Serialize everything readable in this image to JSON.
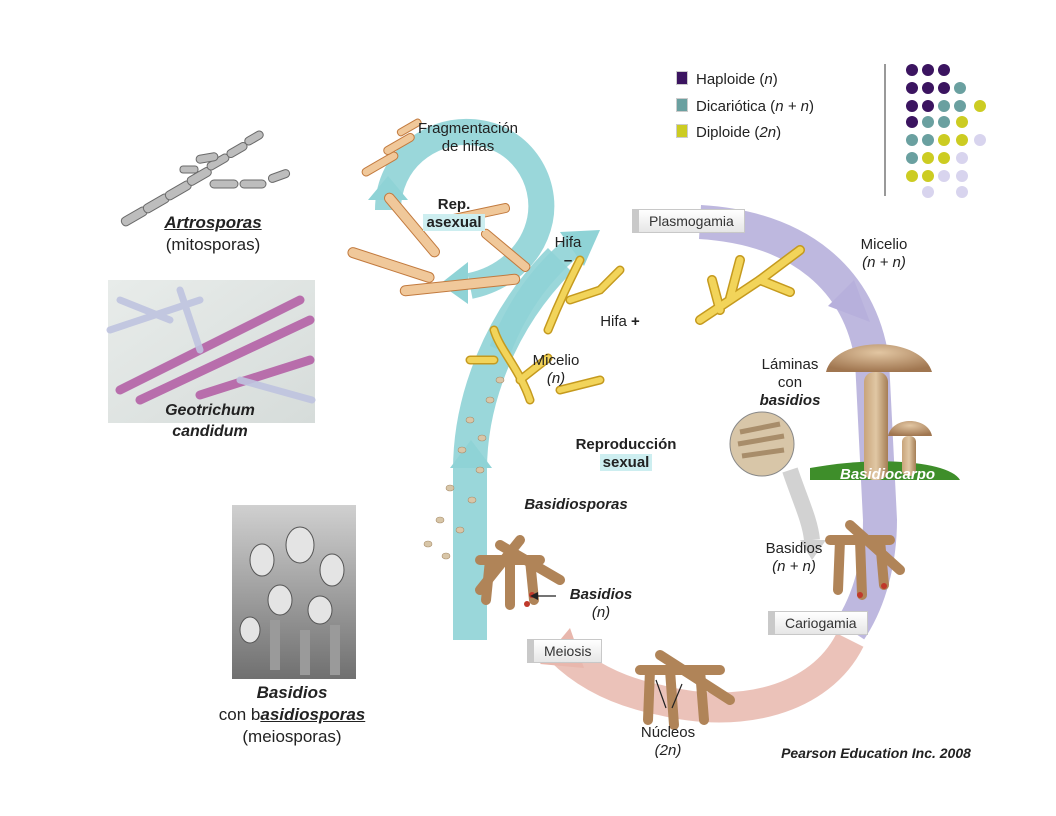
{
  "legend": {
    "haploide": {
      "label": "Haploide (",
      "var": "n",
      "close": ")",
      "color": "#3b1460"
    },
    "dicariotica": {
      "label": "Dicariótica (",
      "var": "n + n",
      "close": ")",
      "color": "#6aa0a0"
    },
    "diploide": {
      "label": "Diploide (",
      "var": "2n",
      "close": ")",
      "color": "#cccc22"
    }
  },
  "colors": {
    "asexual_cycle": "#8fd3d6",
    "dikaryotic_cycle": "#b7b0dc",
    "diploid_cycle": "#e8b7ad",
    "hypha": "#e8c24a",
    "mushroom": "#b88f63",
    "grass": "#3e8e2a"
  },
  "labels": {
    "fragmentacion_1": "Fragmentación",
    "fragmentacion_2": "de hifas",
    "rep_1": "Rep.",
    "rep_2": "asexual",
    "artrosporas": "Artrosporas",
    "mitosporas": "(mitosporas)",
    "geotrichum_1": "Geotrichum",
    "geotrichum_2": "candidum",
    "hifa_minus": "Hifa",
    "minus": "–",
    "hifa_plus": "Hifa ",
    "plus": "+",
    "plasmogamia": "Plasmogamia",
    "micelio_nn_1": "Micelio",
    "micelio_nn_2": "(n + n)",
    "micelio_n_1": "Micelio",
    "micelio_n_2": "(n)",
    "laminas_1": "Láminas",
    "laminas_2": "con",
    "laminas_3": "basidios",
    "reproduccion_1": "Reproducción",
    "reproduccion_2": "sexual",
    "basidiocarpo": "Basidiocarpo",
    "basidiosporas": "Basidiosporas",
    "basidios_nn_1": "Basidios",
    "basidios_nn_2": "(n + n)",
    "basidios_n_1": "Basidios",
    "basidios_n_2": "(n)",
    "cariogamia": "Cariogamia",
    "meiosis": "Meiosis",
    "nucleos_1": "Núcleos",
    "nucleos_2": "(2n)",
    "basidios_photo_1": "Basidios",
    "basidios_photo_2a": "con b",
    "basidios_photo_2b": "asidiosporas",
    "meiosporas": "(meiosporas)",
    "credit": "Pearson  Education  Inc.  2008"
  }
}
